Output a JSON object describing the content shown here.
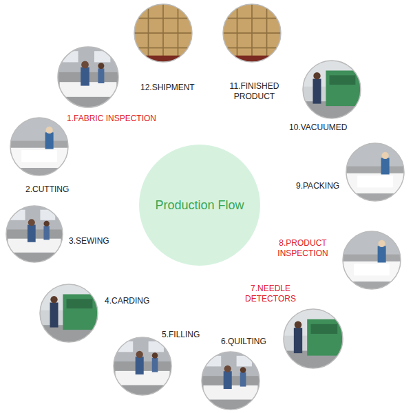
{
  "diagram": {
    "nodes": [
      {
        "text": [
          "Production Flow"
        ]
      },
      {
        "text": [
          "1.FABRIC INSPECTION"
        ]
      },
      {
        "text": [
          "2.CUTTING"
        ]
      },
      {
        "text": [
          "3.SEWING"
        ]
      },
      {
        "text": [
          "4.CARDING"
        ]
      },
      {
        "text": [
          "5.FILLING"
        ]
      },
      {
        "text": [
          "6.QUILTING"
        ]
      },
      {
        "text": [
          "7.NEEDLE DETECTORS"
        ]
      },
      {
        "text": [
          "8.PRODUCT INSPECTION"
        ]
      },
      {
        "text": [
          "9.PACKING"
        ]
      },
      {
        "text": [
          "10.VACUUMED"
        ]
      },
      {
        "text": [
          "11.FINISHED PRODUCT"
        ]
      },
      {
        "text": [
          "12.SHIPMENT"
        ]
      }
    ]
  }
}
